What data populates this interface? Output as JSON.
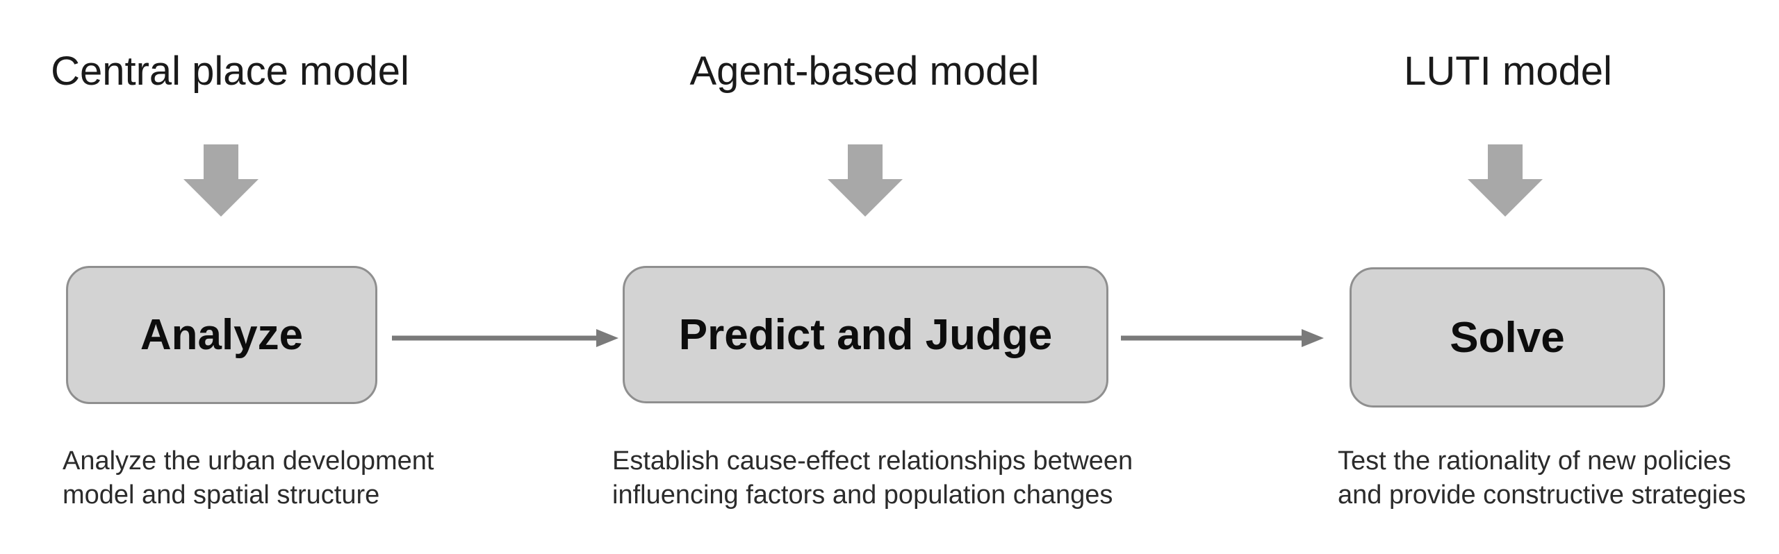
{
  "diagram": {
    "title_implicit": "",
    "colors": {
      "box_fill": "#d3d3d3",
      "box_border": "#8f8f8f",
      "arrow_gray": "#a8a8a8",
      "connector_gray": "#7a7a7a",
      "heading_color": "#1a1a1a",
      "label_color": "#0d0d0d",
      "desc_color": "#2b2b2b",
      "bg": "#ffffff"
    },
    "icons": {
      "down_arrow": "down-arrow-icon",
      "right_arrow": "right-arrow-icon"
    },
    "columns": [
      {
        "model": "Central place model",
        "step": "Analyze",
        "description_lines": [
          "Analyze the urban development",
          "model and spatial structure"
        ]
      },
      {
        "model": "Agent-based model",
        "step": "Predict and Judge",
        "description_lines": [
          "Establish cause-effect relationships between",
          "influencing factors and population changes"
        ]
      },
      {
        "model": "LUTI model",
        "step": "Solve",
        "description_lines": [
          "Test the rationality of new policies",
          "and provide constructive strategies"
        ]
      }
    ]
  }
}
